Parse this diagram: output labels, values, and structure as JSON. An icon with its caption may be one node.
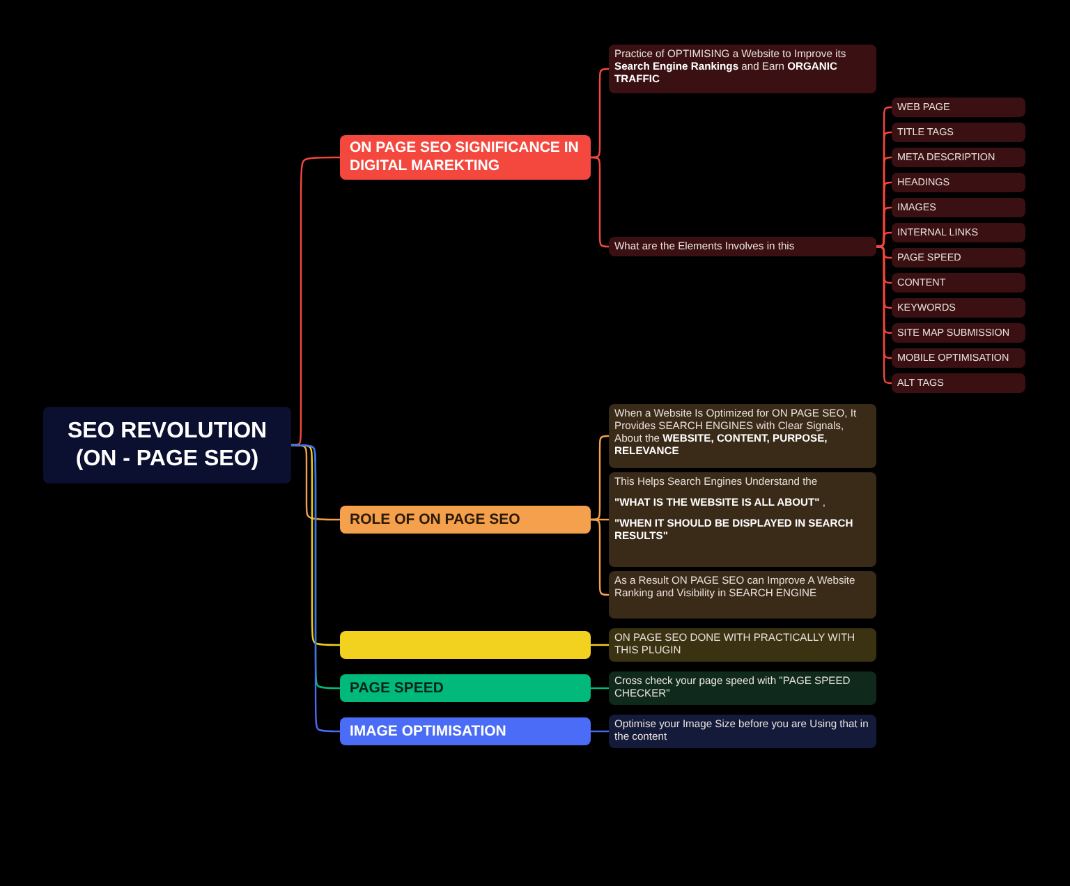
{
  "diagram": {
    "nodes": [
      {
        "text": [
          "SEO REVOLUTION (ON - PAGE SEO)"
        ]
      },
      {
        "text": [
          "ON PAGE SEO SIGNIFICANCE IN DIGITAL MAREKTING"
        ]
      },
      {
        "text": [
          "Practice of OPTIMISING a Website to Improve its **Search Engine Rankings** and Earn **ORGANIC TRAFFIC**"
        ]
      },
      {
        "text": [
          "What are the Elements Involves in this"
        ]
      },
      {
        "text": [
          "WEB PAGE"
        ]
      },
      {
        "text": [
          "TITLE TAGS"
        ]
      },
      {
        "text": [
          "META DESCRIPTION"
        ]
      },
      {
        "text": [
          "HEADINGS"
        ]
      },
      {
        "text": [
          "IMAGES"
        ]
      },
      {
        "text": [
          "INTERNAL LINKS"
        ]
      },
      {
        "text": [
          "PAGE SPEED"
        ]
      },
      {
        "text": [
          "CONTENT"
        ]
      },
      {
        "text": [
          "KEYWORDS"
        ]
      },
      {
        "text": [
          "SITE MAP SUBMISSION"
        ]
      },
      {
        "text": [
          "MOBILE OPTIMISATION"
        ]
      },
      {
        "text": [
          "ALT TAGS"
        ]
      },
      {
        "text": [
          "ROLE OF ON PAGE SEO"
        ]
      },
      {
        "text": [
          "When a Website Is Optimized for ON PAGE SEO, It Provides SEARCH ENGINES with Clear Signals, About the **WEBSITE, CONTENT, PURPOSE, RELEVANCE**"
        ]
      },
      {
        "text": [
          "This Helps Search Engines Understand the",
          "**\"WHAT IS THE WEBSITE IS ALL ABOUT\"** ,",
          "**\"WHEN IT SHOULD BE DISPLAYED IN SEARCH RESULTS\"**"
        ]
      },
      {
        "text": [
          "As a Result ON PAGE SEO  can Improve A Website Ranking and Visibility in SEARCH ENGINE"
        ]
      },
      {
        "text": [],
        "shape": "box"
      },
      {
        "text": [
          "ON PAGE SEO DONE WITH PRACTICALLY WITH THIS PLUGIN"
        ]
      },
      {
        "text": [
          "PAGE SPEED"
        ]
      },
      {
        "text": [
          "Cross check your page speed with \"PAGE SPEED CHECKER\""
        ]
      },
      {
        "text": [
          "IMAGE OPTIMISATION"
        ]
      },
      {
        "text": [
          "Optimise your Image Size before you are Using that in the content"
        ]
      }
    ],
    "edges": [
      {
        "from": 0,
        "to": 1,
        "arrow": "none"
      },
      {
        "from": 1,
        "to": 2,
        "arrow": "none"
      },
      {
        "from": 1,
        "to": 3,
        "arrow": "none"
      },
      {
        "from": 3,
        "to": 4,
        "arrow": "none"
      },
      {
        "from": 3,
        "to": 5,
        "arrow": "none"
      },
      {
        "from": 3,
        "to": 6,
        "arrow": "none"
      },
      {
        "from": 3,
        "to": 7,
        "arrow": "none"
      },
      {
        "from": 3,
        "to": 8,
        "arrow": "none"
      },
      {
        "from": 3,
        "to": 9,
        "arrow": "none"
      },
      {
        "from": 3,
        "to": 10,
        "arrow": "none"
      },
      {
        "from": 3,
        "to": 11,
        "arrow": "none"
      },
      {
        "from": 3,
        "to": 12,
        "arrow": "none"
      },
      {
        "from": 3,
        "to": 13,
        "arrow": "none"
      },
      {
        "from": 3,
        "to": 14,
        "arrow": "none"
      },
      {
        "from": 3,
        "to": 15,
        "arrow": "none"
      },
      {
        "from": 0,
        "to": 16,
        "arrow": "none",
        "color": "#f4a04c"
      },
      {
        "from": 16,
        "to": 17,
        "arrow": "none",
        "color": "#f4a04c"
      },
      {
        "from": 16,
        "to": 18,
        "arrow": "none",
        "color": "#f4a04c"
      },
      {
        "from": 16,
        "to": 19,
        "arrow": "none",
        "color": "#f4a04c"
      },
      {
        "from": 0,
        "to": 20,
        "arrow": "none",
        "color": "#f2d21f"
      },
      {
        "from": 20,
        "to": 21,
        "arrow": "none",
        "color": "#f2d21f"
      },
      {
        "from": 0,
        "to": 22,
        "arrow": "none",
        "color": "#00b97a"
      },
      {
        "from": 22,
        "to": 23,
        "arrow": "none",
        "color": "#00b97a"
      },
      {
        "from": 0,
        "to": 24,
        "arrow": "none",
        "color": "#4a6cf7"
      },
      {
        "from": 24,
        "to": 25,
        "arrow": "none",
        "color": "#4a6cf7"
      }
    ]
  }
}
